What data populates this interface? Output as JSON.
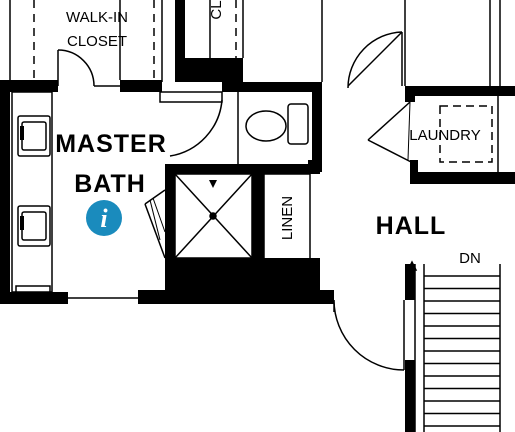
{
  "rooms": {
    "walk_in_closet_line1": "WALK-IN",
    "walk_in_closet_line2": "CLOSET",
    "closet_partial": "CL",
    "master_bath_line1": "MASTER",
    "master_bath_line2": "BATH",
    "laundry": "LAUNDRY",
    "hall": "HALL",
    "linen": "LINEN",
    "stairs_direction": "DN"
  },
  "info_button": {
    "glyph": "i",
    "color": "#1a8bbd"
  },
  "colors": {
    "wall": "#000000",
    "background": "#ffffff"
  }
}
